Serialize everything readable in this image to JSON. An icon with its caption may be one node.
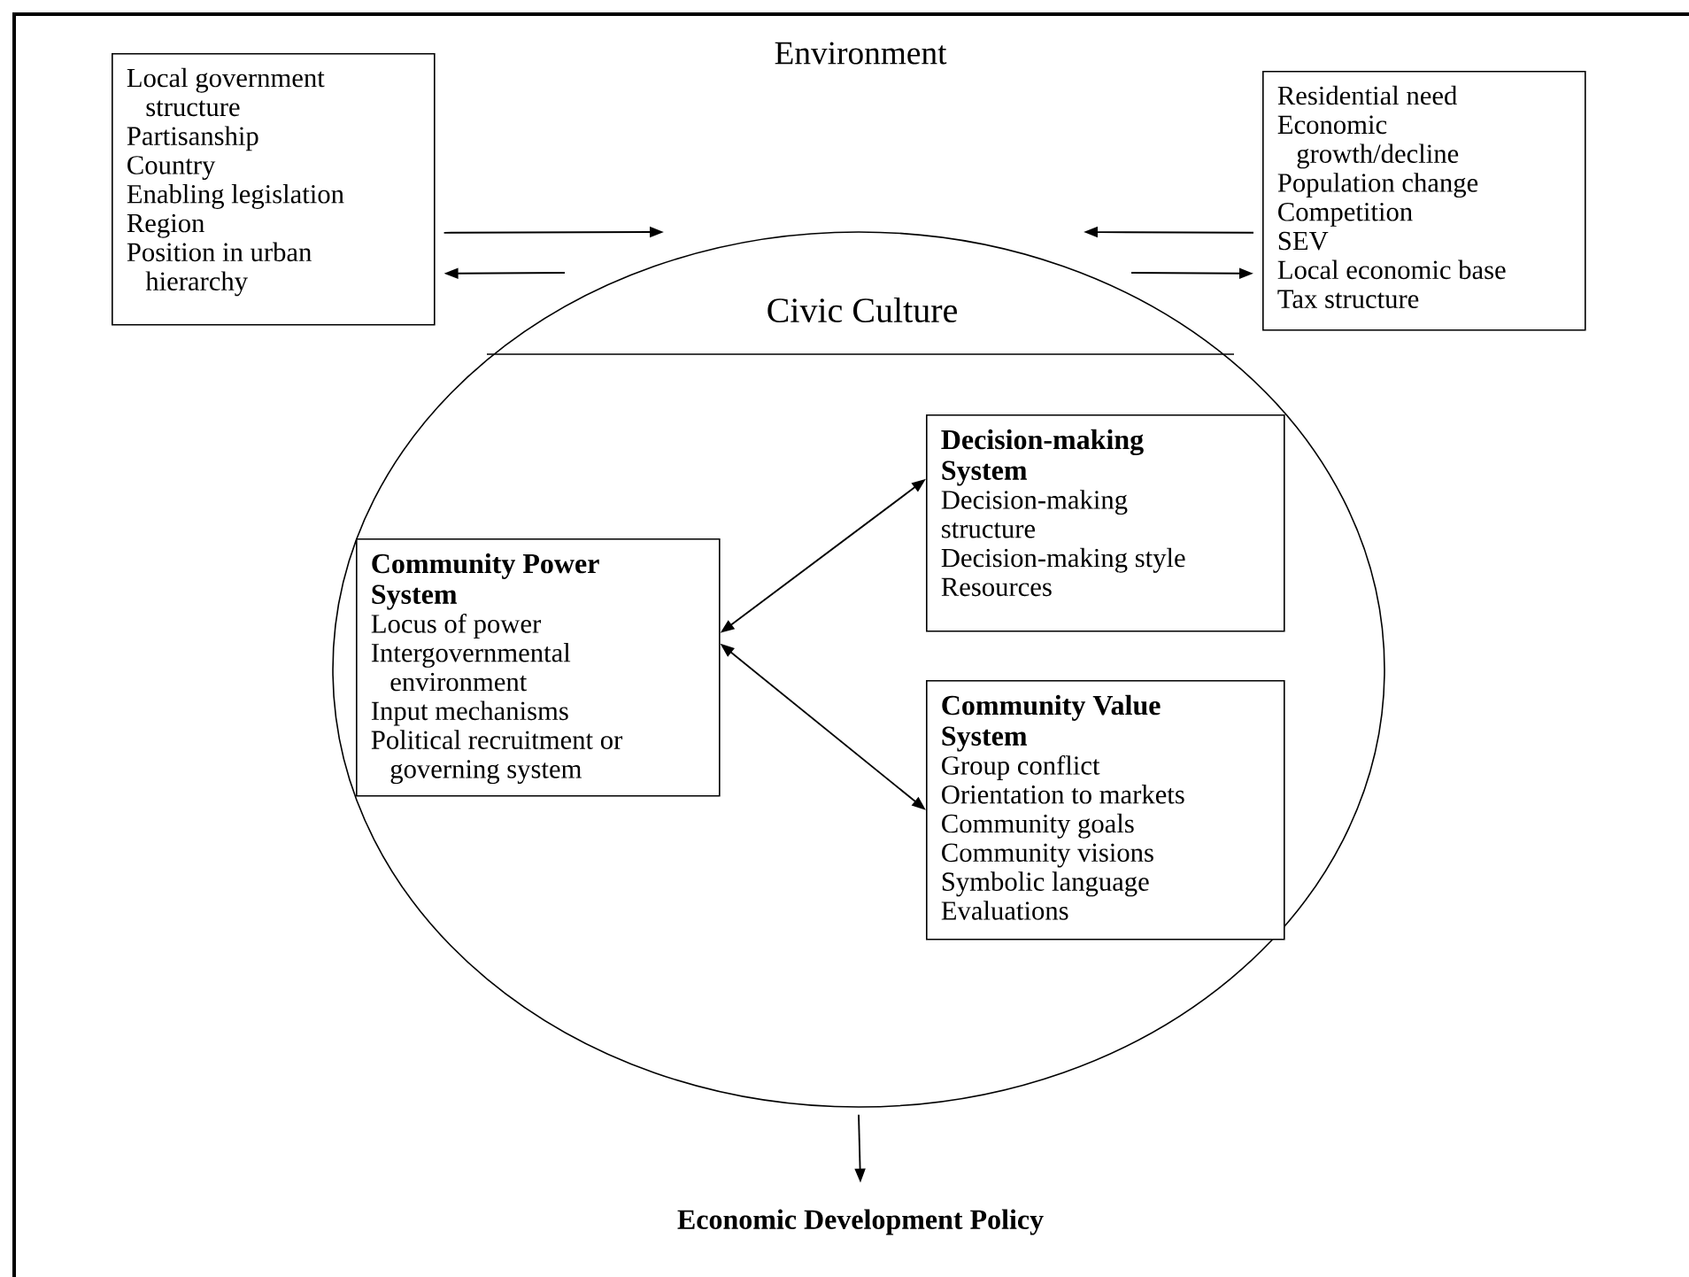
{
  "diagram": {
    "title": "Environment",
    "nodes": [
      {
        "text": [
          "Local government structure",
          "Partisanship",
          "Country",
          "Enabling legislation",
          "Region",
          "Position in urban hierarchy"
        ]
      },
      {
        "text": [
          "Residential need",
          "Economic growth/decline",
          "Population change",
          "Competition",
          "SEV",
          "Local economic base",
          "Tax structure"
        ]
      },
      {
        "text": [
          "Civic Culture"
        ]
      },
      {
        "text": [
          "Community Power System",
          "Locus of power",
          "Intergovernmental environment",
          "Input mechanisms",
          "Political recruitment or governing system"
        ],
        "in": 2
      },
      {
        "text": [
          "Decision-making System",
          "Decision-making structure",
          "Decision-making style",
          "Resources"
        ],
        "in": 2
      },
      {
        "text": [
          "Community Value System",
          "Group conflict",
          "Orientation to markets",
          "Community goals",
          "Community visions",
          "Symbolic language",
          "Evaluations"
        ],
        "in": 2
      },
      {
        "text": [
          "Economic Development Policy"
        ]
      }
    ],
    "edges": [
      {
        "from": 0,
        "to": null,
        "arrow": "to"
      },
      {
        "from": null,
        "to": 0,
        "arrow": "to"
      },
      {
        "from": 1,
        "to": null,
        "arrow": "to"
      },
      {
        "from": 2,
        "to": 1,
        "arrow": "to"
      },
      {
        "from": 3,
        "to": 4,
        "arrow": "both"
      },
      {
        "from": 3,
        "to": 5,
        "arrow": "both"
      },
      {
        "from": 2,
        "to": 6,
        "arrow": "to"
      }
    ]
  }
}
